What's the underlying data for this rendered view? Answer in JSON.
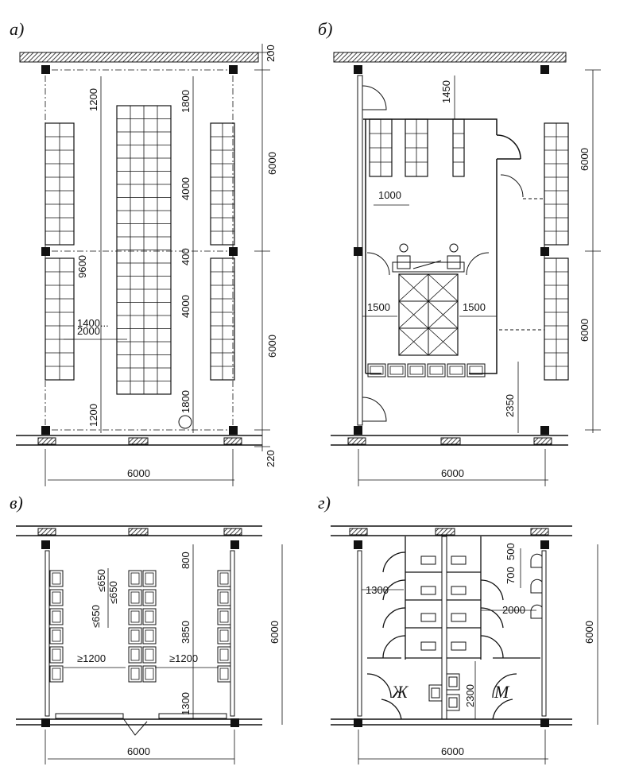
{
  "panels": {
    "a": {
      "label": "а)",
      "dims": {
        "d200": "200",
        "d6000_top": "6000",
        "d1200_top": "1200",
        "d1800_top": "1800",
        "d4000_top": "4000",
        "d9600": "9600",
        "d400": "400",
        "d4000_bot": "4000",
        "d6000_bot": "6000",
        "d1400": "1400...",
        "d2000": "2000",
        "d1800_bot": "1800",
        "d1200_bot": "1200",
        "d220": "220",
        "d6000_width": "6000"
      }
    },
    "b": {
      "label": "б)",
      "dims": {
        "d1450": "1450",
        "d6000_top": "6000",
        "d1000": "1000",
        "d1500_l": "1500",
        "d1500_r": "1500",
        "d6000_bot": "6000",
        "d2350": "2350",
        "d6000_width": "6000"
      }
    },
    "v": {
      "label": "в)",
      "dims": {
        "d800": "800",
        "d650_a": "≤650",
        "d650_b": "≤650",
        "d650_c": "≤650",
        "d3850": "3850",
        "d1200_l": "≥1200",
        "d1200_r": "≥1200",
        "d1300": "1300",
        "d6000_side": "6000",
        "d6000_width": "6000"
      }
    },
    "g": {
      "label": "г)",
      "dims": {
        "d1300": "1300",
        "d700": "700",
        "d500": "500",
        "d2000": "2000",
        "d2300": "2300",
        "d6000_side": "6000",
        "d6000_width": "6000"
      },
      "room_female": "Ж",
      "room_male": "М"
    }
  }
}
